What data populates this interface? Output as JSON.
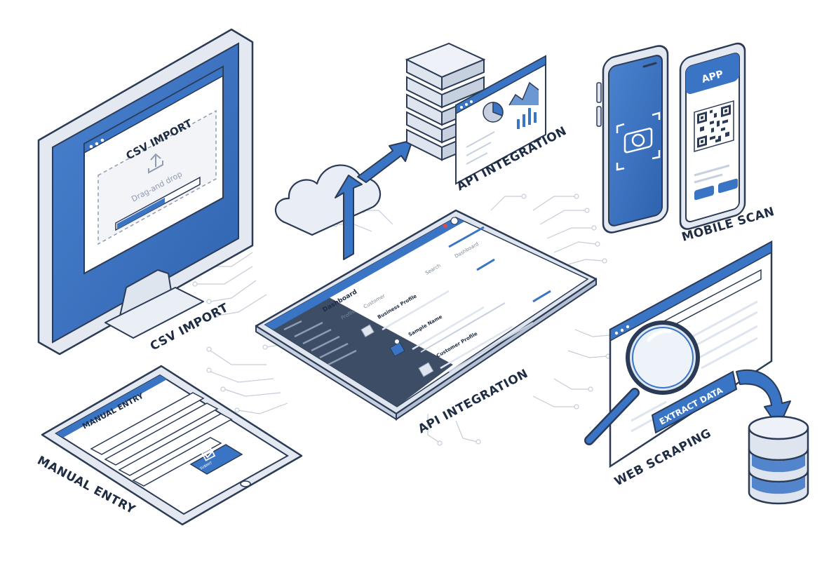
{
  "labels": {
    "csv_import": "CSV IMPORT",
    "api_integration_top": "API INTEGRATION",
    "api_integration_center": "API INTEGRATION",
    "mobile_scan": "MOBILE SCAN",
    "manual_entry": "MANUAL ENTRY",
    "web_scraping": "WEB SCRAPING"
  },
  "csv_window": {
    "title": "CSV IMPORT",
    "dropzone_text": "Drag-and drop"
  },
  "dashboard": {
    "title": "Dashboard",
    "tabs": [
      "Profile",
      "Customer"
    ],
    "search": "Search",
    "tab_right": "Dashboard",
    "rows": [
      "Business Profile",
      "Sample Name",
      "Customer Profile"
    ]
  },
  "phone": {
    "app_title": "APP"
  },
  "tablet": {
    "title": "MANUAL ENTRY",
    "submit_label": "SUBMIT"
  },
  "scraper": {
    "extract_label": "EXTRACT DATA"
  },
  "colors": {
    "accent": "#3a74c4",
    "outline": "#2b3a55",
    "light_fill": "#eef2f8",
    "sidebar": "#3e4d66"
  }
}
